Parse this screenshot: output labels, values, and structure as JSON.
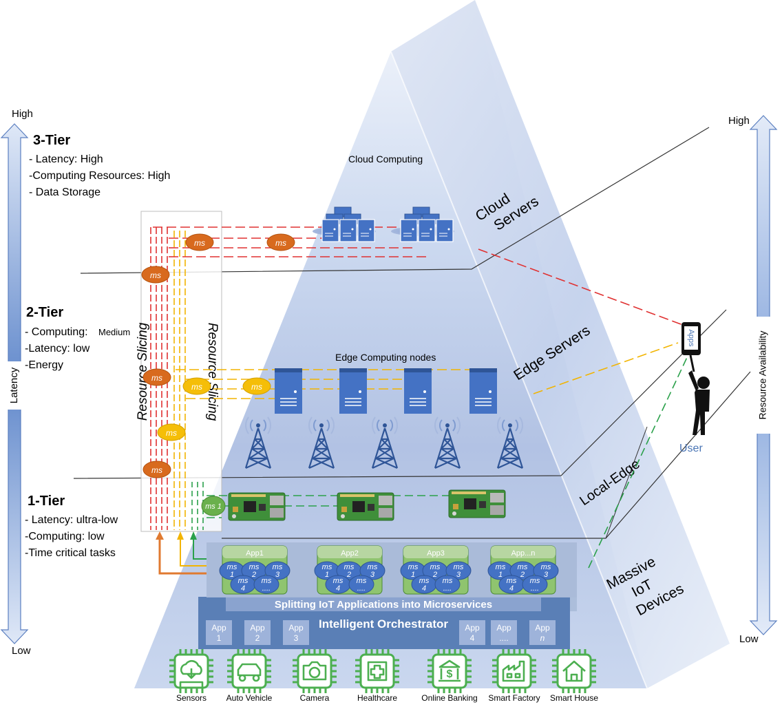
{
  "left_axis": {
    "high": "High",
    "low": "Low",
    "label": "Latency"
  },
  "right_axis": {
    "high": "High",
    "low": "Low",
    "label": "Resource Availability"
  },
  "tiers": {
    "tier3": {
      "title": "3-Tier",
      "lines": [
        "- Latency: High",
        "-Computing Resources: High",
        "- Data Storage"
      ]
    },
    "tier2": {
      "title": "2-Tier",
      "lines": [
        "- Computing:",
        "-Latency: low",
        "-Energy"
      ],
      "medium": "Medium"
    },
    "tier1": {
      "title": "1-Tier",
      "lines": [
        "- Latency: ultra-low",
        "-Computing: low",
        "-Time critical tasks"
      ]
    }
  },
  "layers": {
    "cloud_servers": [
      "Cloud",
      "Servers"
    ],
    "edge_servers": "Edge Servers",
    "local_edge": "Local-Edge",
    "massive_iot": [
      "Massive",
      "IoT",
      "Devices"
    ]
  },
  "captions": {
    "cloud_computing": "Cloud Computing",
    "edge_nodes": "Edge Computing nodes",
    "resource_slicing": "Resource Slicing",
    "user": "User",
    "apps": "Apps"
  },
  "ms_label": "ms",
  "ms1_label": "ms 1",
  "app_groups": [
    {
      "title": "App1",
      "ms": [
        "ms 1",
        "ms 2",
        "ms 3",
        "ms 4",
        "ms ...."
      ]
    },
    {
      "title": "App2",
      "ms": [
        "ms 1",
        "ms 2",
        "ms 3",
        "ms 4",
        "ms ...."
      ]
    },
    {
      "title": "App3",
      "ms": [
        "ms 1",
        "ms 2",
        "ms 3",
        "ms 4",
        "ms ...."
      ]
    },
    {
      "title": "App...n",
      "ms": [
        "ms 1",
        "ms 2",
        "ms 3",
        "ms 4",
        "ms ...."
      ]
    }
  ],
  "splitting_label": "Splitting IoT Applications into Microservices",
  "orchestrator": {
    "title": "Intelligent Orchestrator",
    "apps": [
      {
        "top": "App",
        "bottom": "1"
      },
      {
        "top": "App",
        "bottom": "2"
      },
      {
        "top": "App",
        "bottom": "3"
      },
      {
        "top": "App",
        "bottom": "4"
      },
      {
        "top": "App",
        "bottom": "...."
      },
      {
        "top": "App",
        "bottom": "n"
      }
    ]
  },
  "devices": [
    {
      "icon": "sensors-icon",
      "label": "Sensors"
    },
    {
      "icon": "auto-vehicle-icon",
      "label": "Auto Vehicle"
    },
    {
      "icon": "camera-icon",
      "label": "Camera"
    },
    {
      "icon": "healthcare-icon",
      "label": "Healthcare"
    },
    {
      "icon": "online-banking-icon",
      "label": "Online Banking"
    },
    {
      "icon": "smart-factory-icon",
      "label": "Smart Factory"
    },
    {
      "icon": "smart-house-icon",
      "label": "Smart House"
    }
  ],
  "colors": {
    "red_link": "#e03030",
    "yellow_link": "#f2b400",
    "green_link": "#2aa04a",
    "orange_link": "#e07a30",
    "ms_orange": "#d86a1e",
    "ms_yellow": "#f5be08",
    "ms_green": "#6ab04c",
    "server_blue": "#4472c4",
    "tower_blue": "#2f5597",
    "device_green": "#4caf50",
    "user_blue": "#4a75b5"
  }
}
